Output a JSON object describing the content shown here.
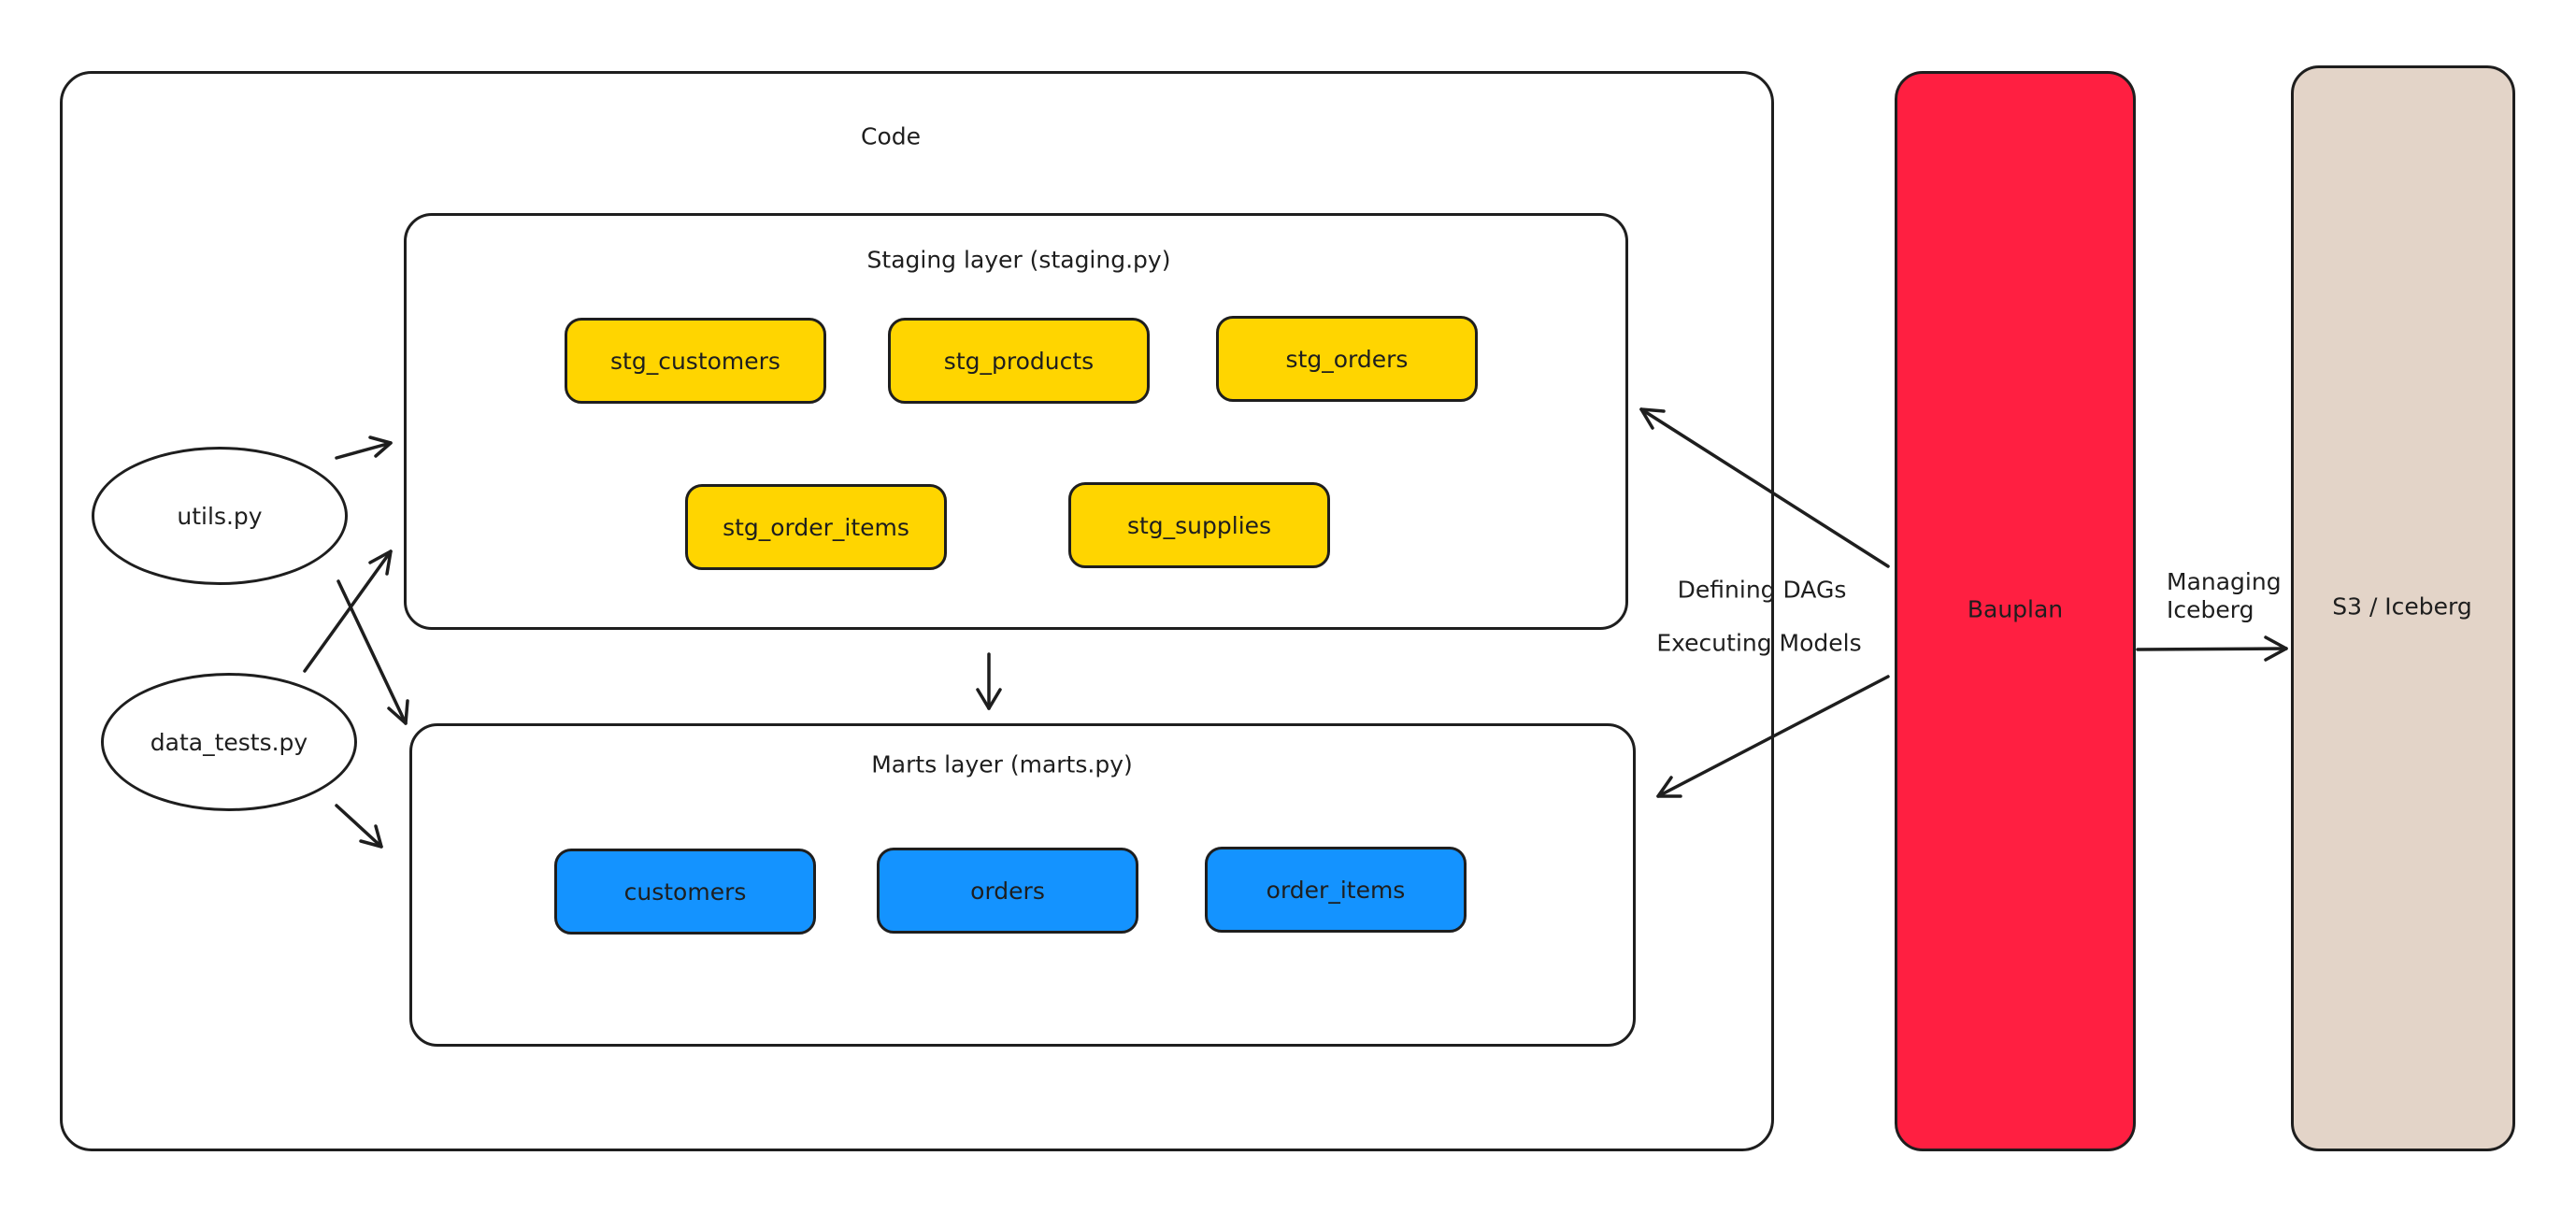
{
  "code_container": {
    "label": "Code"
  },
  "staging": {
    "title": "Staging layer (staging.py)",
    "models": [
      "stg_customers",
      "stg_products",
      "stg_orders",
      "stg_order_items",
      "stg_supplies"
    ],
    "color": "#ffd500"
  },
  "marts": {
    "title": "Marts layer (marts.py)",
    "models": [
      "customers",
      "orders",
      "order_items"
    ],
    "color": "#1493ff"
  },
  "files": {
    "utils": "utils.py",
    "data_tests": "data_tests.py"
  },
  "bauplan": {
    "label": "Bauplan",
    "color": "#ff1f41"
  },
  "storage": {
    "label": "S3 / Iceberg",
    "color": "#e3d4c8"
  },
  "edge_labels": {
    "defining": "Defining DAGs",
    "executing": "Executing Models",
    "managing_line1": "Managing",
    "managing_line2": "Iceberg"
  }
}
